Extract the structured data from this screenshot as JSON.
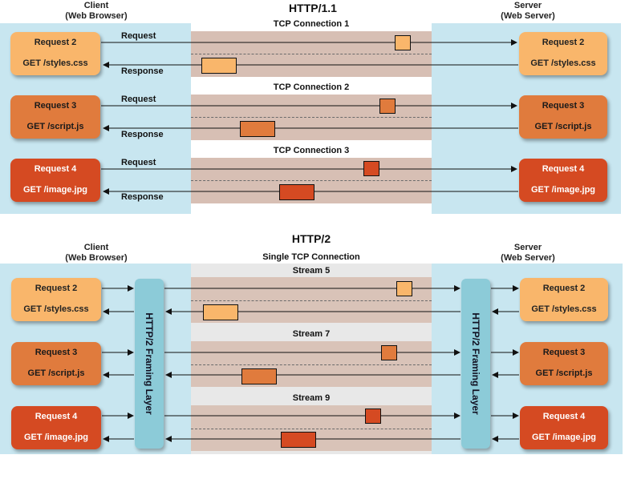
{
  "http1": {
    "title": "HTTP/1.1",
    "client_header": [
      "Client",
      "(Web Browser)"
    ],
    "server_header": [
      "Server",
      "(Web Server)"
    ],
    "connections": [
      {
        "label": "TCP Connection 1",
        "request": "Request",
        "response": "Response",
        "client_line1": "Request 2",
        "client_line2": "GET /styles.css",
        "server_line1": "Request 2",
        "server_line2": "GET /styles.css"
      },
      {
        "label": "TCP Connection 2",
        "request": "Request",
        "response": "Response",
        "client_line1": "Request 3",
        "client_line2": "GET /script.js",
        "server_line1": "Request 3",
        "server_line2": "GET /script.js"
      },
      {
        "label": "TCP Connection 3",
        "request": "Request",
        "response": "Response",
        "client_line1": "Request 4",
        "client_line2": "GET /image.jpg",
        "server_line1": "Request 4",
        "server_line2": "GET /image.jpg"
      }
    ]
  },
  "http2": {
    "title": "HTTP/2",
    "subtitle": "Single TCP Connection",
    "client_header": [
      "Client",
      "(Web Browser)"
    ],
    "server_header": [
      "Server",
      "(Web Server)"
    ],
    "framing_layer": "HTTP/2 Framing Layer",
    "streams": [
      {
        "label": "Stream 5",
        "client_line1": "Request 2",
        "client_line2": "GET /styles.css",
        "server_line1": "Request 2",
        "server_line2": "GET /styles.css"
      },
      {
        "label": "Stream 7",
        "client_line1": "Request 3",
        "client_line2": "GET /script.js",
        "server_line1": "Request 3",
        "server_line2": "GET /script.js"
      },
      {
        "label": "Stream 9",
        "client_line1": "Request 4",
        "client_line2": "GET /image.jpg",
        "server_line1": "Request 4",
        "server_line2": "GET /image.jpg"
      }
    ]
  },
  "colors": {
    "request_2": "#f9b66b",
    "request_3": "#e07b3d",
    "request_4": "#d54a22",
    "panel": "#c8e6f0",
    "connection": "#d7bfb4",
    "framing": "#8ccbd8"
  }
}
